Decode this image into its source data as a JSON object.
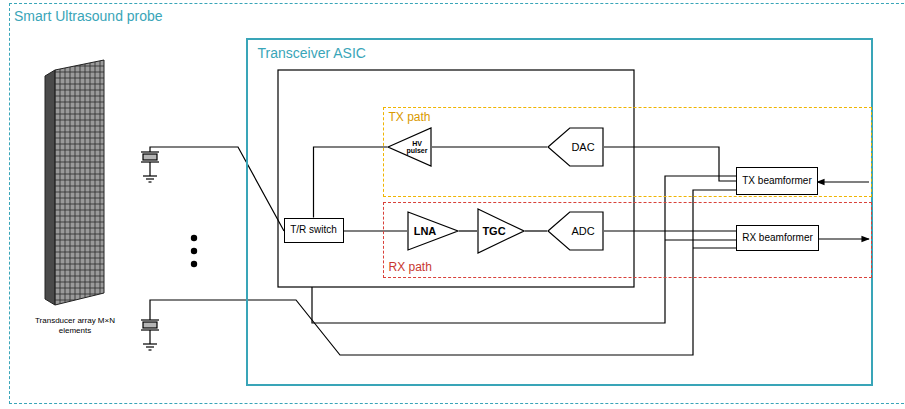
{
  "diagram": {
    "nodes": [
      {
        "text": [
          "Smart Ultrasound probe"
        ]
      },
      {
        "text": [
          "Transceiver ASIC"
        ],
        "in": 0
      },
      {
        "text": [
          "TX path"
        ],
        "in": 1
      },
      {
        "text": [
          "RX path"
        ],
        "in": 1
      },
      {
        "text": [
          "HV pulser"
        ],
        "in": 2
      },
      {
        "text": [
          "DAC"
        ],
        "in": 2
      },
      {
        "text": [
          "T/R switch"
        ],
        "in": 1
      },
      {
        "text": [
          "LNA"
        ],
        "in": 3
      },
      {
        "text": [
          "TGC"
        ],
        "in": 3
      },
      {
        "text": [
          "ADC"
        ],
        "in": 3
      },
      {
        "text": [
          "TX beamformer"
        ],
        "in": 2
      },
      {
        "text": [
          "RX beamformer"
        ],
        "in": 3
      }
    ],
    "edges": [
      {
        "from": 4,
        "to": 6,
        "arrow": "none"
      },
      {
        "from": 5,
        "to": 4,
        "arrow": "none"
      },
      {
        "from": 6,
        "to": 7,
        "arrow": "none"
      },
      {
        "from": 7,
        "to": 8,
        "arrow": "none"
      },
      {
        "from": 8,
        "to": 9,
        "arrow": "none"
      },
      {
        "from": 10,
        "to": 5,
        "arrow": "none"
      },
      {
        "from": 9,
        "to": 11,
        "arrow": "none"
      }
    ],
    "labels": [
      "Transducer array M×N elements"
    ]
  }
}
